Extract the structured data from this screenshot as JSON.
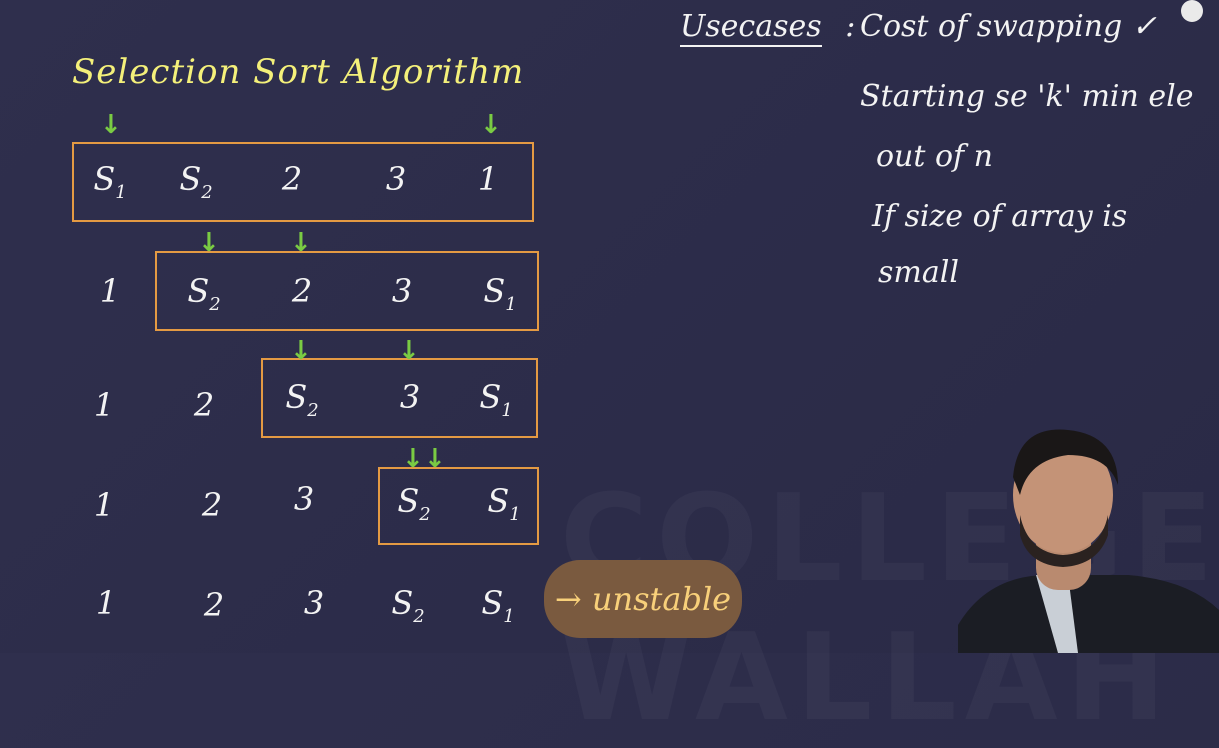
{
  "title": "Selection Sort Algorithm",
  "rows": [
    {
      "cells": [
        {
          "main": "S",
          "sub": "1"
        },
        {
          "main": "S",
          "sub": "2"
        },
        {
          "main": "2",
          "sub": ""
        },
        {
          "main": "3",
          "sub": ""
        },
        {
          "main": "1",
          "sub": ""
        }
      ]
    },
    {
      "cells": [
        {
          "main": "1",
          "sub": ""
        },
        {
          "main": "S",
          "sub": "2"
        },
        {
          "main": "2",
          "sub": ""
        },
        {
          "main": "3",
          "sub": ""
        },
        {
          "main": "S",
          "sub": "1"
        }
      ]
    },
    {
      "cells": [
        {
          "main": "1",
          "sub": ""
        },
        {
          "main": "2",
          "sub": ""
        },
        {
          "main": "S",
          "sub": "2"
        },
        {
          "main": "3",
          "sub": ""
        },
        {
          "main": "S",
          "sub": "1"
        }
      ]
    },
    {
      "cells": [
        {
          "main": "1",
          "sub": ""
        },
        {
          "main": "2",
          "sub": ""
        },
        {
          "main": "3",
          "sub": ""
        },
        {
          "main": "S",
          "sub": "2"
        },
        {
          "main": "S",
          "sub": "1"
        }
      ]
    },
    {
      "cells": [
        {
          "main": "1",
          "sub": ""
        },
        {
          "main": "2",
          "sub": ""
        },
        {
          "main": "3",
          "sub": ""
        },
        {
          "main": "S",
          "sub": "2"
        },
        {
          "main": "S",
          "sub": "1"
        }
      ]
    }
  ],
  "unstable_label": "→ unstable",
  "usecases": {
    "heading": "Usecases",
    "colon": ":",
    "line1": "Cost of swapping ✓",
    "line2": "Starting se 'k' min ele",
    "line3": "out of n",
    "line4": "If size of array is",
    "line5": "small"
  },
  "watermark": "COLLEGE WALLAH",
  "colors": {
    "background": "#2e2e4b",
    "title": "#f4f07a",
    "box": "#e49a43",
    "arrow": "#7acb43",
    "text": "#f3f3f3",
    "pill": "#7a5a3f",
    "pill_text": "#f8d07a"
  },
  "icons": {
    "pointer": "down-arrow"
  }
}
